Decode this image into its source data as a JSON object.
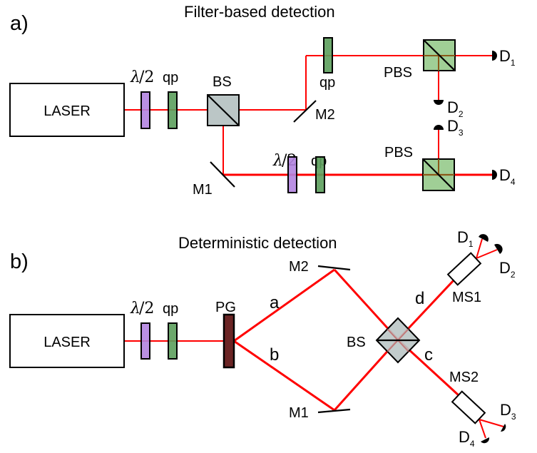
{
  "colors": {
    "beam": "#ff0000",
    "half_wave_plate": "#b284e0",
    "quarter_wave_plate": "#5c9e5c",
    "beam_splitter": "#bbc6c6",
    "polarizing_beam_splitter": "#8fc784",
    "polarization_grating": "#6b2525",
    "outline": "#000000"
  },
  "panel_a": {
    "tag": "a)",
    "title": "Filter-based detection",
    "laser": "LASER",
    "half_wave_label_greek": "λ",
    "half_wave_label_rest": "/2",
    "qp": "qp",
    "bs": "BS",
    "m1": "M1",
    "m2": "M2",
    "qp_upper": "qp",
    "half_wave_lower_greek": "λ",
    "half_wave_lower_rest": "/2",
    "qp_lower": "qp",
    "pbs_upper": "PBS",
    "pbs_lower": "PBS",
    "detectors": [
      {
        "base": "D",
        "sub": "1"
      },
      {
        "base": "D",
        "sub": "2"
      },
      {
        "base": "D",
        "sub": "3"
      },
      {
        "base": "D",
        "sub": "4"
      }
    ]
  },
  "panel_b": {
    "tag": "b)",
    "title": "Deterministic detection",
    "laser": "LASER",
    "half_wave_label_greek": "λ",
    "half_wave_label_rest": "/2",
    "qp": "qp",
    "pg": "PG",
    "path_a": "a",
    "path_b": "b",
    "path_c": "c",
    "path_d": "d",
    "m1": "M1",
    "m2": "M2",
    "bs": "BS",
    "ms1": "MS1",
    "ms2": "MS2",
    "detectors": [
      {
        "base": "D",
        "sub": "1"
      },
      {
        "base": "D",
        "sub": "2"
      },
      {
        "base": "D",
        "sub": "3"
      },
      {
        "base": "D",
        "sub": "4"
      }
    ]
  }
}
